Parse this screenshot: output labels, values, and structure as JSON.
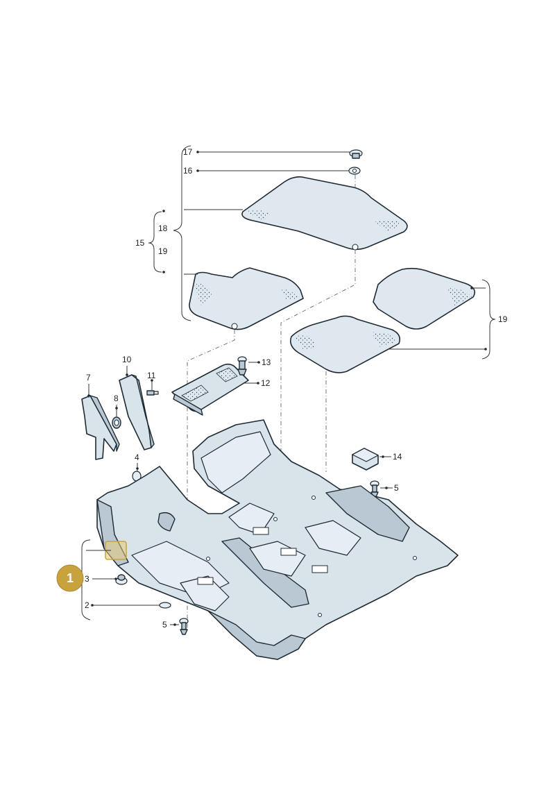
{
  "callouts": {
    "c1": "1",
    "c2": "2",
    "c3": "3",
    "c4": "4",
    "c5a": "5",
    "c5b": "5",
    "c7": "7",
    "c8": "8",
    "c10": "10",
    "c11": "11",
    "c12": "12",
    "c13": "13",
    "c14": "14",
    "c15": "15",
    "c16": "16",
    "c17": "17",
    "c18": "18",
    "c19a": "19",
    "c19b": "19"
  },
  "colors": {
    "badge": "#c8a23c",
    "part_fill": "#d8e3ea",
    "outline": "#1e2a33",
    "highlight": "#e8c87a"
  },
  "selected_part": "1"
}
